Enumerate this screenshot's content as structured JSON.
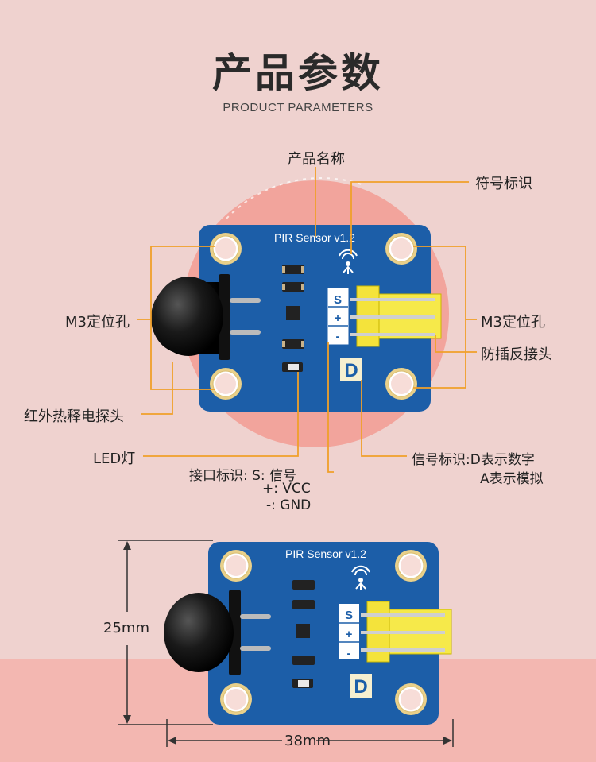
{
  "header": {
    "title": "产品参数",
    "subtitle": "PRODUCT PARAMETERS"
  },
  "board": {
    "silkscreen": "PIR Sensor v1.2",
    "pin_labels": [
      "S",
      "+",
      "-"
    ],
    "digital_mark": "D"
  },
  "callouts": {
    "product_name": "产品名称",
    "symbol_mark": "符号标识",
    "m3_hole_left": "M3定位孔",
    "m3_hole_right": "M3定位孔",
    "anti_reverse": "防插反接头",
    "ir_probe": "红外热释电探头",
    "led": "LED灯",
    "interface_line1": "接口标识: S: 信号",
    "interface_line2": "+: VCC",
    "interface_line3": "-: GND",
    "signal_line1": "信号标识:D表示数字",
    "signal_line2": "A表示模拟"
  },
  "dimensions": {
    "height": "25mm",
    "width": "38mm"
  },
  "colors": {
    "background": "#efd2cf",
    "band": "#f3b7b1",
    "circle": "#f2a49c",
    "pcb_blue": "#1c5ea8",
    "leader_orange": "#f0a02a",
    "header_yellow": "#f4e33b"
  }
}
